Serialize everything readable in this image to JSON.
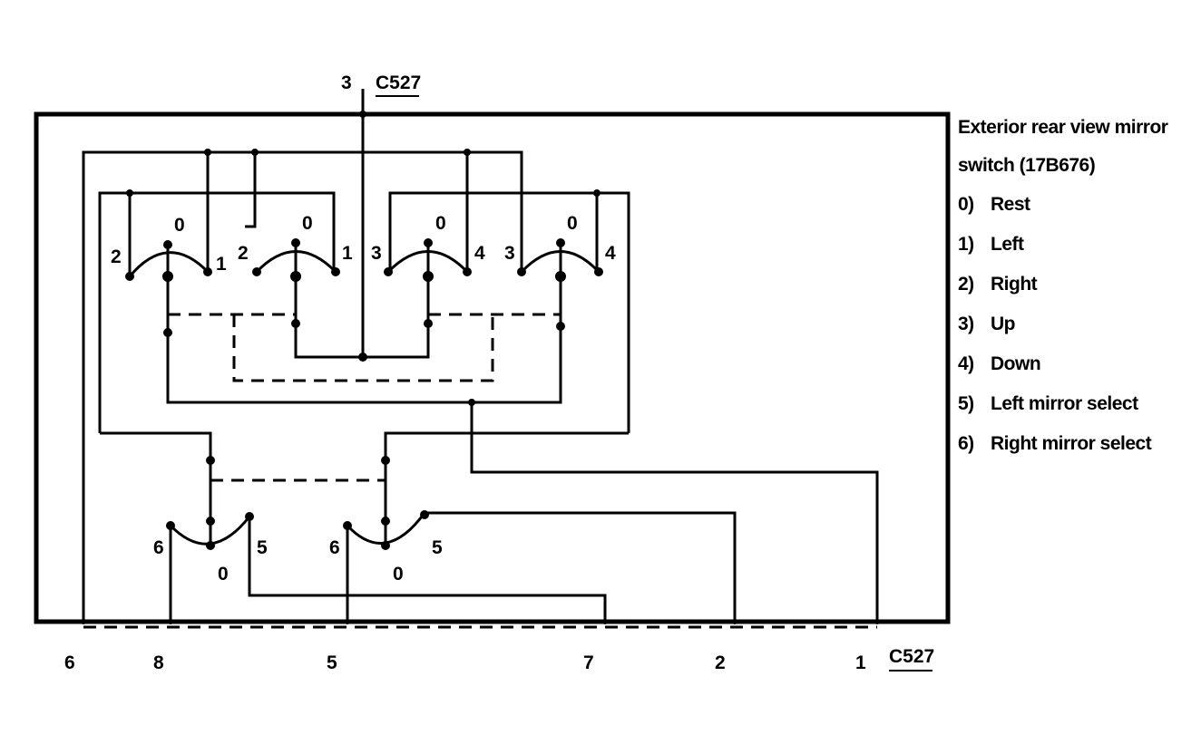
{
  "connector": "C527",
  "top_pin": "3",
  "bottom_pins": [
    "6",
    "8",
    "5",
    "7",
    "2",
    "1"
  ],
  "switch_positions": {
    "s1": [
      "2",
      "0",
      "1"
    ],
    "s2": [
      "2",
      "0",
      "1"
    ],
    "s3": [
      "3",
      "0",
      "4"
    ],
    "s4": [
      "3",
      "0",
      "4"
    ],
    "s5": [
      "6",
      "0",
      "5"
    ],
    "s6": [
      "6",
      "0",
      "5"
    ]
  },
  "legend": {
    "title": "Exterior rear view mirror switch (17B676)",
    "items": [
      {
        "num": "0)",
        "text": "Rest"
      },
      {
        "num": "1)",
        "text": "Left"
      },
      {
        "num": "2)",
        "text": "Right"
      },
      {
        "num": "3)",
        "text": "Up"
      },
      {
        "num": "4)",
        "text": "Down"
      },
      {
        "num": "5)",
        "text": "Left mirror select"
      },
      {
        "num": "6)",
        "text": "Right mirror select"
      }
    ]
  }
}
